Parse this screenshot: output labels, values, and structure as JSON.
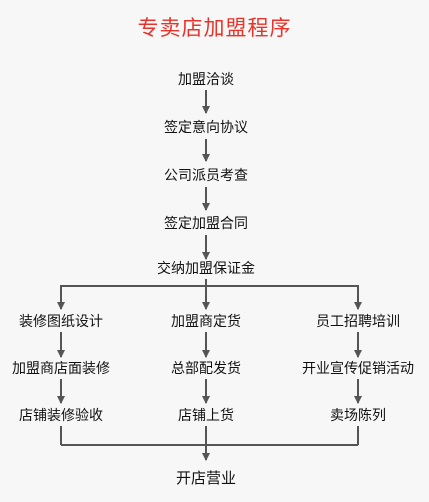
{
  "title": "专卖店加盟程序",
  "colors": {
    "title": "#e8332a",
    "line": "#555555",
    "text": "#111111",
    "background": "#f7f7f7"
  },
  "steps": {
    "s1": "加盟洽谈",
    "s2": "签定意向协议",
    "s3": "公司派员考查",
    "s4": "签定加盟合同",
    "s5": "交纳加盟保证金"
  },
  "branches": {
    "left": [
      "装修图纸设计",
      "加盟商店面装修",
      "店铺装修验收"
    ],
    "middle": [
      "加盟商定货",
      "总部配发货",
      "店铺上货"
    ],
    "right": [
      "员工招聘培训",
      "开业宣传促销活动",
      "卖场陈列"
    ]
  },
  "final": "开店营业"
}
